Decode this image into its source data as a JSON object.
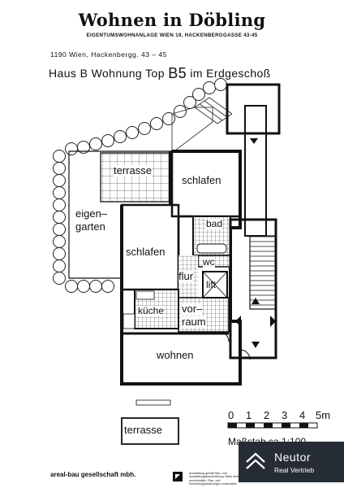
{
  "header": {
    "title": "Wohnen in Döbling",
    "subtitle": "EIGENTUMSWOHNANLAGE WIEN 19, HACKENBERGGASSE 43-45",
    "address": "1190 Wien, Hackenbergg. 43 – 45",
    "heading_prefix": "Haus B Wohnung Top",
    "heading_unit": "B5",
    "heading_suffix": "im Erdgeschoß"
  },
  "rooms": {
    "terrasse_top": "terrasse",
    "schlafen_right": "schlafen",
    "eigengarten_1": "eigen–",
    "eigengarten_2": "garten",
    "bad": "bad",
    "schlafen_left": "schlafen",
    "wc": "wc",
    "flur": "flur",
    "lift": "lift",
    "kueche": "küche",
    "vorraum_1": "vor–",
    "vorraum_2": "raum",
    "wohnen": "wohnen",
    "terrasse_bottom": "terrasse"
  },
  "scale": {
    "ticks": [
      "0",
      "1",
      "2",
      "3",
      "4",
      "5m"
    ],
    "label": "Maßstab ca 1:100"
  },
  "footer": {
    "company": "areal-bau gesellschaft mbh.",
    "fineprint": "Ausstattung gemäß Bau- und Ausstattungsbeschreibung; Maße sind unverbindlich. Plan- und Einrichtungsänderungen vorbehalten"
  },
  "badge": {
    "name": "Neutor",
    "sub": "Real Vertrieb",
    "bg": "#252c35"
  }
}
